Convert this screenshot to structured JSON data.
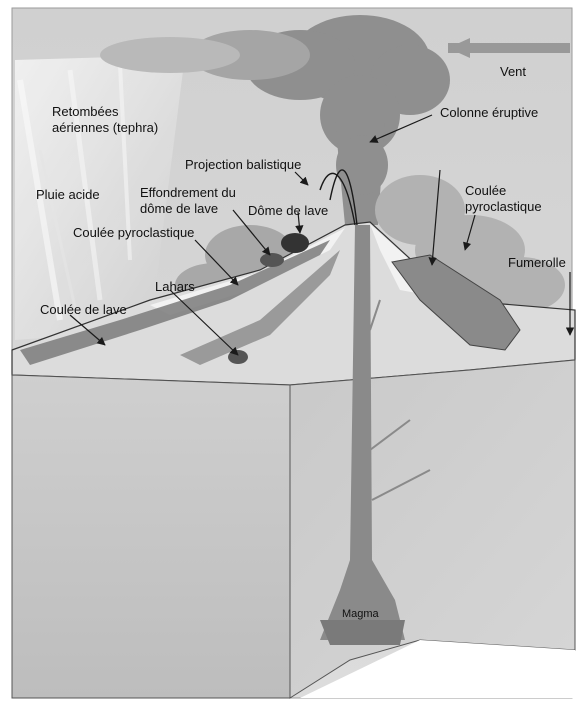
{
  "labels": {
    "vent": "Vent",
    "colonne_eruptive": "Colonne éruptive",
    "retombees": "Retombées\naériennes (tephra)",
    "projection_balistique": "Projection balistique",
    "pluie_acide": "Pluie acide",
    "effondrement": "Effondrement du\ndôme de lave",
    "dome_de_lave": "Dôme de lave",
    "coulee_pyroclastique_left": "Coulée pyroclastique",
    "coulee_pyroclastique_right": "Coulée\npyroclastique",
    "fumerolle": "Fumerolle",
    "lahars": "Lahars",
    "coulee_de_lave": "Coulée de lave",
    "magma": "Magma"
  },
  "colors": {
    "frame": "#9a9a9a",
    "sky": "#d6d6d6",
    "cloud": "#8f8f8f",
    "cliff": "#c4c4c4",
    "conduit": "#8a8a8a",
    "lava": "#7b7b7b",
    "snow": "#f2f2f2",
    "arrow": "#1a1a1a"
  }
}
